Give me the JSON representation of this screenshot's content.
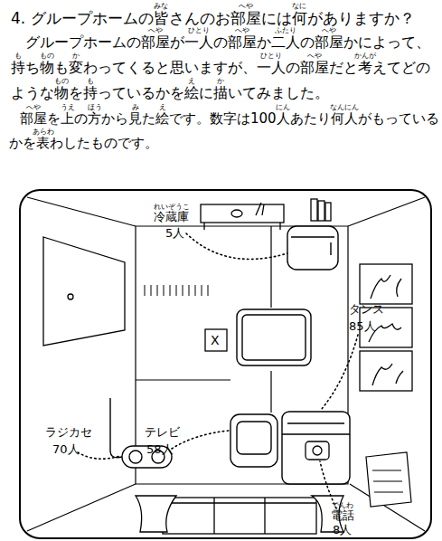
{
  "diagram": {
    "title": "4. グループホームの皆さんのお部屋には何がありますか？",
    "labels": [
      "グループホームの部屋が一人の部屋か二人の部屋かによって、持ち物も変わってくると思いますが、一人の部屋だと考えてどのような物を持っているかを絵に描いてみました。",
      "部屋を上の方から見た絵です。数字は100人あたり何人がもっているかを表わしたものです。",
      "冷蔵庫",
      "5人",
      "タンス",
      "85人",
      "ラジカセ",
      "70人",
      "テレビ",
      "58人",
      "電話",
      "8人",
      "X",
      "みな",
      "へや",
      "なに",
      "へや",
      "ひとり",
      "へや",
      "ふたり",
      "へや",
      "も",
      "もの",
      "か",
      "ひとり",
      "へや",
      "かんが",
      "もの",
      "も",
      "え",
      "か",
      "へや",
      "うえ",
      "ほう",
      "み",
      "え",
      "にん",
      "なんにん",
      "あらわ",
      "れいぞうこ",
      "でんわ"
    ]
  }
}
